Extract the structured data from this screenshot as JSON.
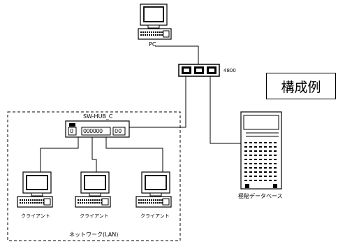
{
  "title": "構成例",
  "nodes": {
    "pc": {
      "label": "PC"
    },
    "router": {
      "label": "4800"
    },
    "switch": {
      "label": "SW-HUB_C",
      "port_a": "0",
      "port_b": "000000",
      "port_c": "00"
    },
    "server": {
      "label": "極秘データベース"
    },
    "clients": [
      {
        "label": "クライアント"
      },
      {
        "label": "クライアント"
      },
      {
        "label": "クライアント"
      }
    ]
  },
  "lan": {
    "label": "ネットワーク(LAN)"
  },
  "colors": {
    "line": "#000000",
    "background": "#ffffff"
  }
}
